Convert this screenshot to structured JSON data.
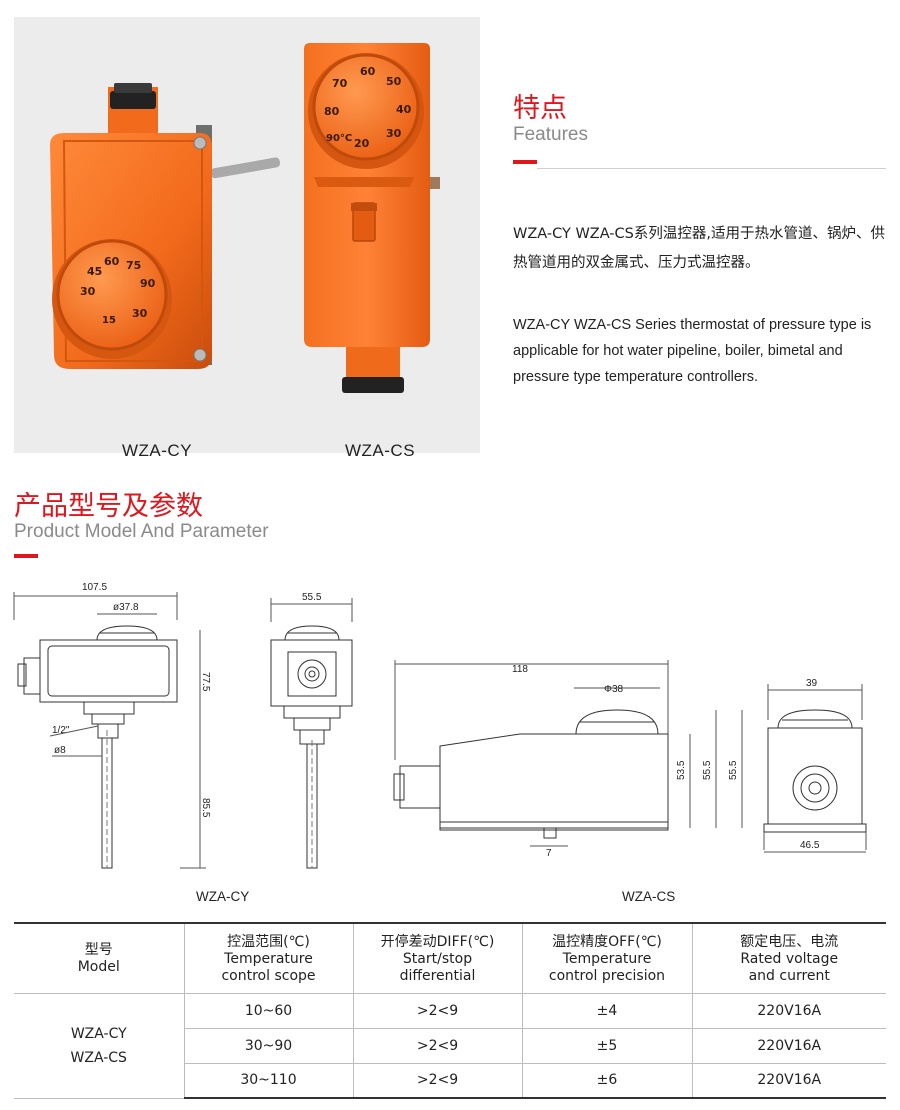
{
  "products": {
    "cy_caption": "WZA-CY",
    "cs_caption": "WZA-CS"
  },
  "dial_cy": [
    "30",
    "45",
    "60",
    "75",
    "90",
    "30",
    "15"
  ],
  "dial_cs": [
    "20",
    "30",
    "40",
    "50",
    "60",
    "70",
    "80",
    "90°C"
  ],
  "features": {
    "title_cn": "特点",
    "title_en": "Features",
    "text_cn": "WZA-CY  WZA-CS系列温控器,适用于热水管道、锅炉、供热管道用的双金属式、压力式温控器。",
    "text_en": "WZA-CY WZA-CS Series thermostat of pressure type is applicable for hot water pipeline, boiler, bimetal and pressure type temperature controllers."
  },
  "model_section": {
    "title_cn": "产品型号及参数",
    "title_en": "Product Model And Parameter"
  },
  "drawings": {
    "cy_label": "WZA-CY",
    "cs_label": "WZA-CS",
    "dims": {
      "cy_width": "107.5",
      "cy_dial": "ø37.8",
      "cy_height": "77.5",
      "cy_thread": "1/2\"",
      "cy_probe_dia": "ø8",
      "cy_probe_len": "85.5",
      "cy_side_width": "55.5",
      "cs_length": "118",
      "cs_dial": "Φ38",
      "cs_h1": "53.5",
      "cs_h2": "55.5",
      "cs_h3": "55.5",
      "cs_gap": "7",
      "cs_end_width": "39",
      "cs_end_base": "46.5"
    }
  },
  "table": {
    "headers": [
      [
        "型号",
        "Model"
      ],
      [
        "控温范围(℃)",
        "Temperature",
        "control scope"
      ],
      [
        "开停差动DIFF(℃)",
        "Start/stop",
        "differential"
      ],
      [
        "温控精度OFF(℃)",
        "Temperature",
        "control precision"
      ],
      [
        "额定电压、电流",
        "Rated voltage",
        "and current"
      ]
    ],
    "models": [
      "WZA-CY",
      "WZA-CS"
    ],
    "rows": [
      {
        "range": "10~60",
        "diff": ">2<9",
        "precision": "±4",
        "rating": "220V16A"
      },
      {
        "range": "30~90",
        "diff": ">2<9",
        "precision": "±5",
        "rating": "220V16A"
      },
      {
        "range": "30~110",
        "diff": ">2<9",
        "precision": "±6",
        "rating": "220V16A"
      }
    ]
  },
  "colors": {
    "accent_red": "#e0161d",
    "housing_orange": "#f26a1b",
    "panel_grey": "#ececec"
  }
}
